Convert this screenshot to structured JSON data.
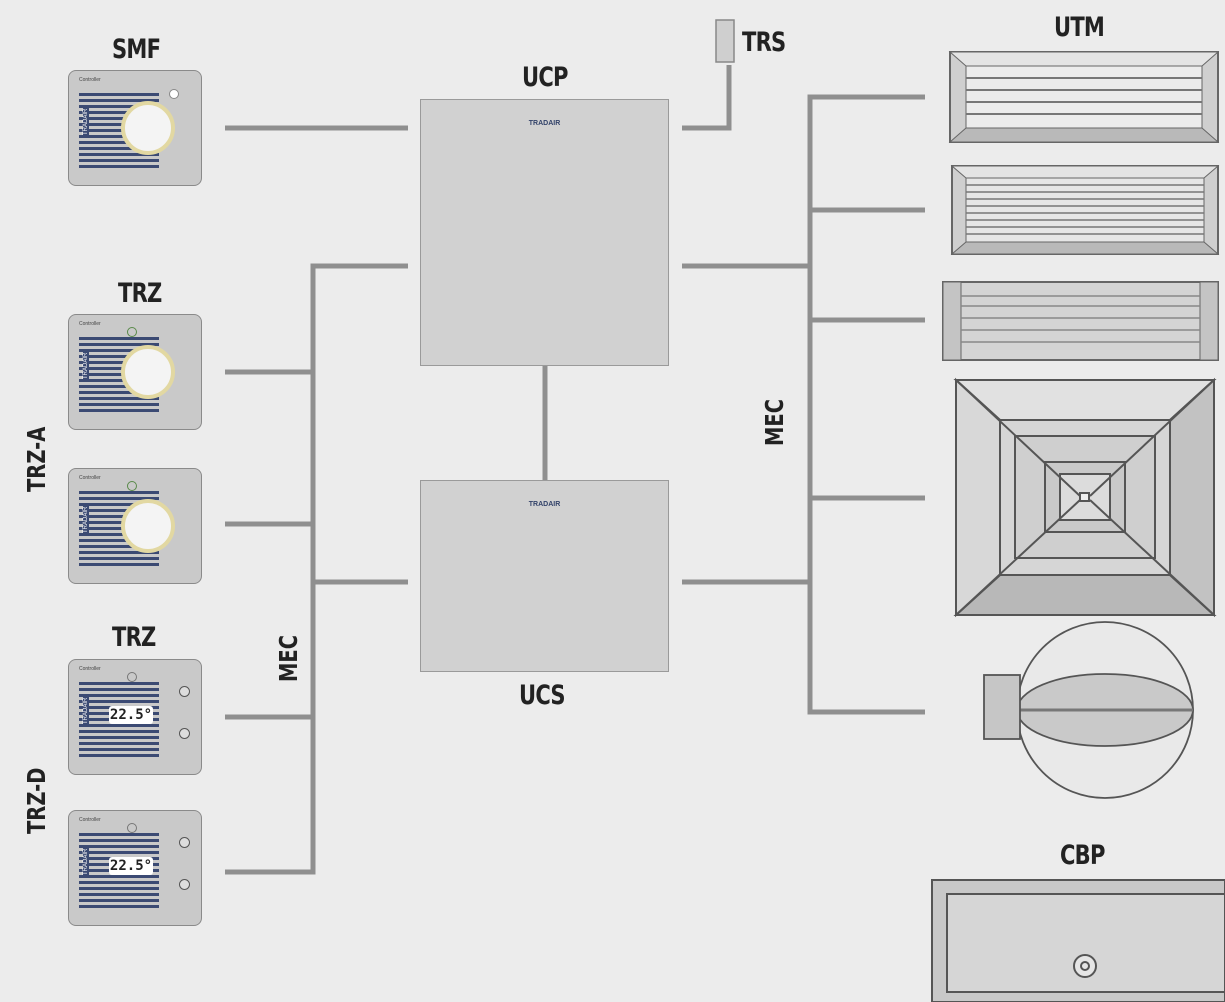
{
  "labels": {
    "smf": "SMF",
    "trz_top": "TRZ",
    "trz_bottom": "TRZ",
    "ucp": "UCP",
    "ucs": "UCS",
    "trs": "TRS",
    "utm": "UTM",
    "cbp": "CBP",
    "mec_left": "MEC",
    "mec_right": "MEC",
    "trz_a": "TRZ-A",
    "trz_d": "TRZ-D"
  },
  "devices": {
    "controller_brand": "Controller",
    "controller_side": "TRADAIR",
    "unit_brand": "TRADAIR",
    "display_value": "22.5°"
  },
  "colors": {
    "background": "#ececec",
    "line": "#8f8f8f",
    "unit_fill": "#d1d1d1",
    "brand_blue": "#3b4a73"
  }
}
